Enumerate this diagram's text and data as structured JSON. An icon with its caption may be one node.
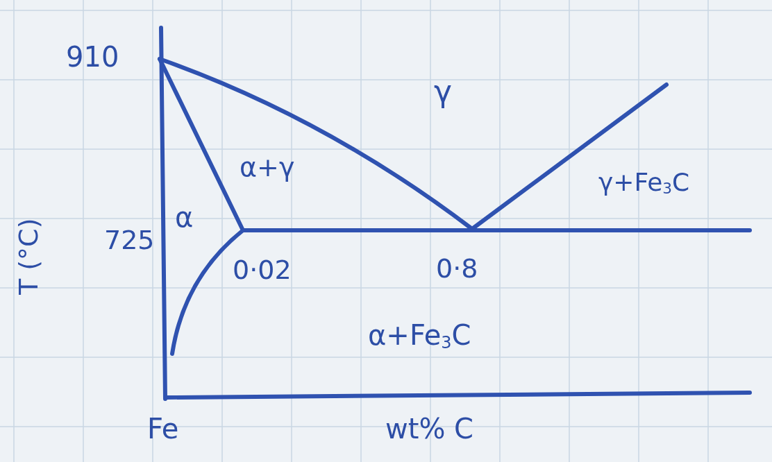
{
  "diagram": {
    "labels": [
      "910",
      "γ",
      "α+γ",
      "γ+Fe$_{3}$C",
      "α",
      "T (°C)",
      "725",
      "0·02",
      "0·8",
      "α+Fe$_{3}$C",
      "Fe",
      "wt% C"
    ]
  }
}
